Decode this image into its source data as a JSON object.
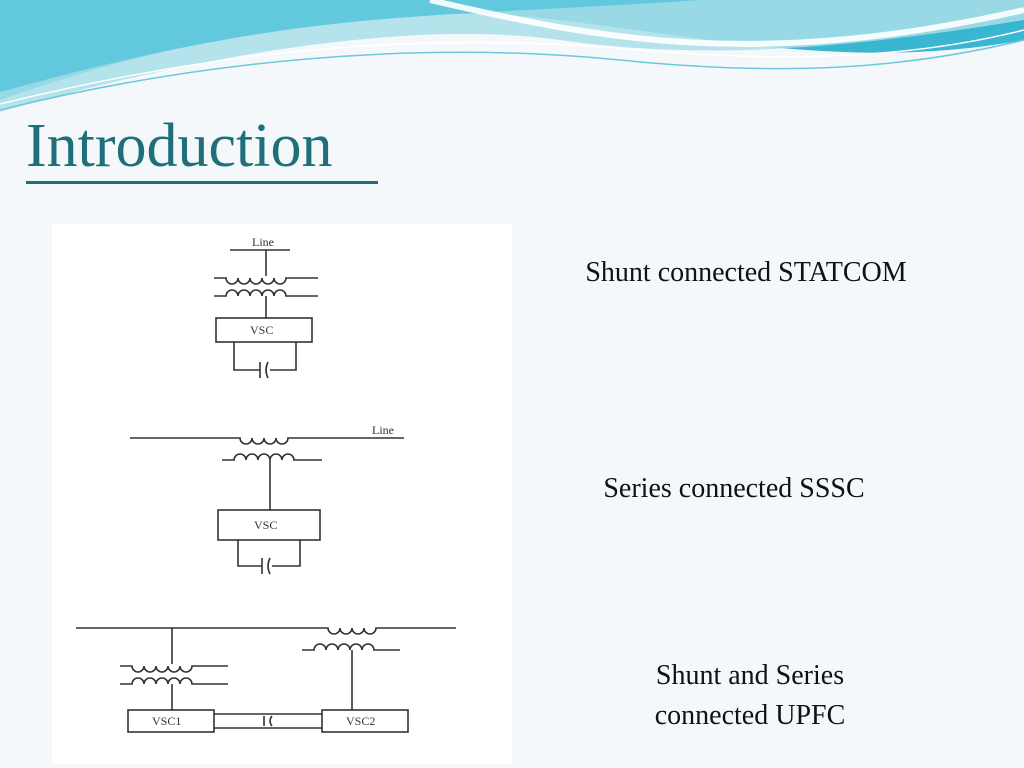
{
  "slide": {
    "title": "Introduction",
    "colors": {
      "title": "#1f6f7a",
      "wave_dark": "#39b6d0",
      "wave_light": "#a9dfe9",
      "line": "#333333"
    }
  },
  "diagram": {
    "statcom": {
      "line_label": "Line",
      "converter_label": "VSC"
    },
    "sssc": {
      "line_label": "Line",
      "converter_label": "VSC"
    },
    "upfc": {
      "converter1_label": "VSC1",
      "converter2_label": "VSC2"
    }
  },
  "captions": {
    "statcom": "Shunt connected STATCOM",
    "sssc": "Series connected SSSC",
    "upfc_line1": "Shunt and Series",
    "upfc_line2": "connected UPFC"
  }
}
